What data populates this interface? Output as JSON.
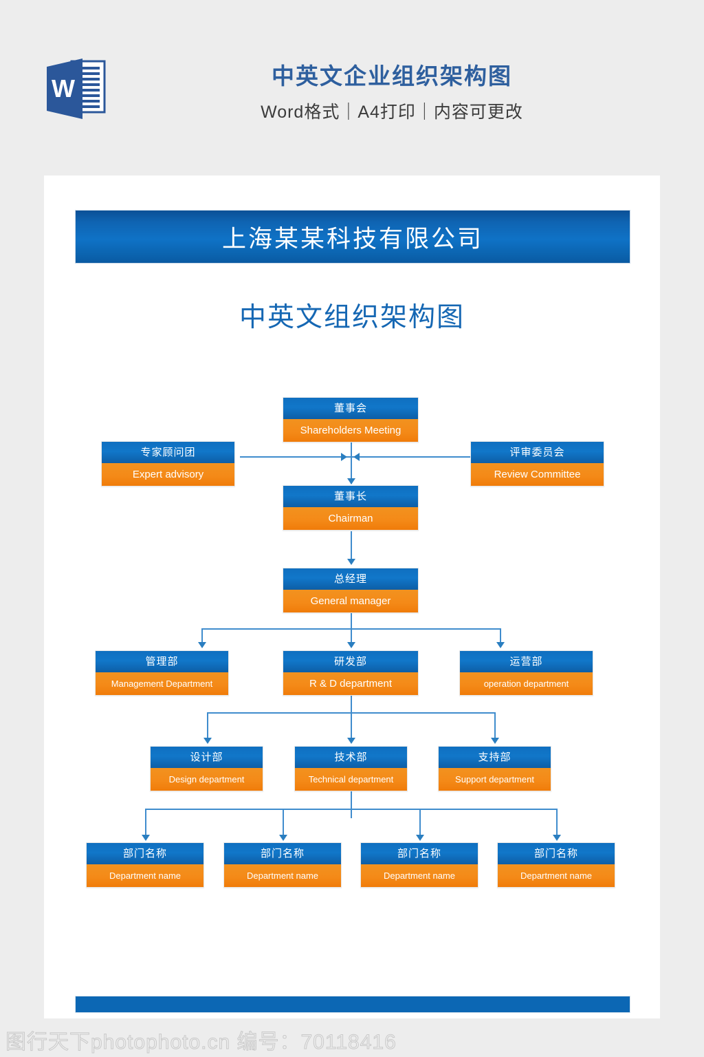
{
  "header": {
    "icon": "word-document-icon",
    "title": "中英文企业组织架构图",
    "subtitle": "Word格式｜A4打印｜内容可更改"
  },
  "document": {
    "banner_title": "上海某某科技有限公司",
    "chart_title": "中英文组织架构图"
  },
  "colors": {
    "node_blue": "#1177C9",
    "node_orange": "#F48A18",
    "banner_blue": "#0F72C6",
    "title_blue": "#1567B3",
    "connector_blue": "#3F8CCD",
    "footer_blue": "#0C67B4",
    "page_background": "#FFFFFF",
    "canvas_background": "#EDEDED"
  },
  "org_chart": {
    "nodes": [
      {
        "id": "board",
        "cn": "董事会",
        "en": "Shareholders Meeting",
        "level": 1
      },
      {
        "id": "expert",
        "cn": "专家顾问团",
        "en": "Expert advisory",
        "level": 2
      },
      {
        "id": "review",
        "cn": "评审委员会",
        "en": "Review Committee",
        "level": 2
      },
      {
        "id": "chairman",
        "cn": "董事长",
        "en": "Chairman",
        "level": 2
      },
      {
        "id": "gm",
        "cn": "总经理",
        "en": "General manager",
        "level": 3
      },
      {
        "id": "mgmt",
        "cn": "管理部",
        "en": "Management Department",
        "level": 4
      },
      {
        "id": "rnd",
        "cn": "研发部",
        "en": "R & D department",
        "level": 4
      },
      {
        "id": "ops",
        "cn": "运营部",
        "en": "operation department",
        "level": 4
      },
      {
        "id": "design",
        "cn": "设计部",
        "en": "Design department",
        "level": 5
      },
      {
        "id": "tech",
        "cn": "技术部",
        "en": "Technical department",
        "level": 5
      },
      {
        "id": "support",
        "cn": "支持部",
        "en": "Support department",
        "level": 5
      },
      {
        "id": "dept1",
        "cn": "部门名称",
        "en": "Department name",
        "level": 6
      },
      {
        "id": "dept2",
        "cn": "部门名称",
        "en": "Department name",
        "level": 6
      },
      {
        "id": "dept3",
        "cn": "部门名称",
        "en": "Department name",
        "level": 6
      },
      {
        "id": "dept4",
        "cn": "部门名称",
        "en": "Department name",
        "level": 6
      }
    ],
    "edges": [
      {
        "from": "board",
        "to": "chairman"
      },
      {
        "from": "expert",
        "to": "chairman"
      },
      {
        "from": "review",
        "to": "chairman"
      },
      {
        "from": "chairman",
        "to": "gm"
      },
      {
        "from": "gm",
        "to": "mgmt"
      },
      {
        "from": "gm",
        "to": "rnd"
      },
      {
        "from": "gm",
        "to": "ops"
      },
      {
        "from": "rnd",
        "to": "design"
      },
      {
        "from": "rnd",
        "to": "tech"
      },
      {
        "from": "rnd",
        "to": "support"
      },
      {
        "from": "tech",
        "to": "dept1"
      },
      {
        "from": "tech",
        "to": "dept2"
      },
      {
        "from": "tech",
        "to": "dept3"
      },
      {
        "from": "tech",
        "to": "dept4"
      }
    ]
  },
  "watermark": {
    "text": "图行天下photophoto.cn 编号：70118416"
  }
}
